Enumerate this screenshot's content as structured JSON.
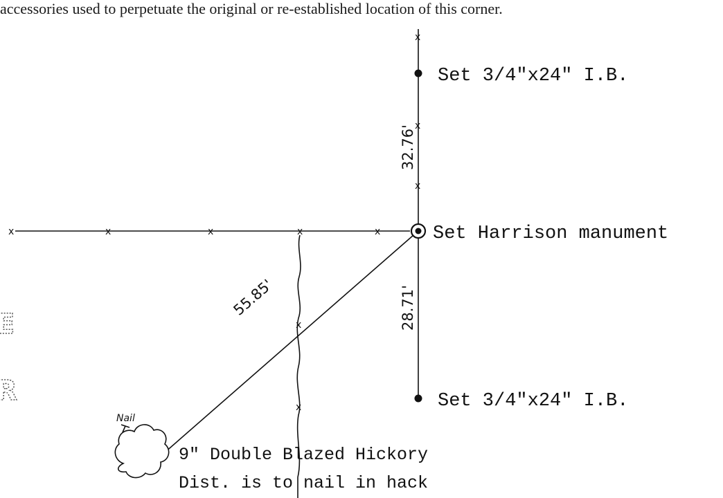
{
  "header": {
    "text": "accessories used to perpetuate the original or re-established location of this corner."
  },
  "corner": {
    "monument_label": "Set Harrison manument"
  },
  "markers": {
    "north_pin_label": "Set 3/4\"x24\" I.B.",
    "south_pin_label": "Set 3/4\"x24\" I.B."
  },
  "distances": {
    "north": "32.76'",
    "south": "28.71'",
    "witness_tree": "55.85'"
  },
  "witness_tree": {
    "nail_label": "Nail",
    "description_line1": "9\" Double Blazed Hickory",
    "description_line2": "Dist. is to nail in hack"
  },
  "fence_marker": "x",
  "margin_stamp": [
    "E",
    "R"
  ]
}
